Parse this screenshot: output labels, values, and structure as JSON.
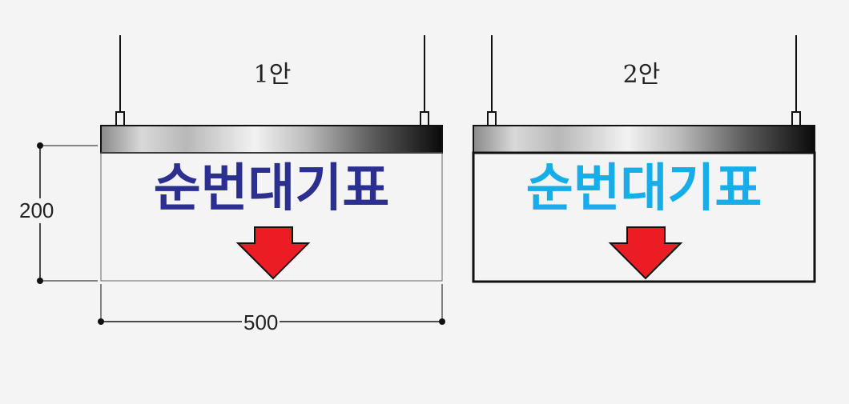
{
  "signs": [
    {
      "caption": "1안",
      "text": "순번대기표",
      "text_color": "#2b2f8f",
      "frame": "thin"
    },
    {
      "caption": "2안",
      "text": "순번대기표",
      "text_color": "#17ade8",
      "frame": "thick"
    }
  ],
  "dimensions": {
    "height": "200",
    "width": "500"
  },
  "colors": {
    "arrow": "#ec1c24",
    "background": "#f4f4f4"
  }
}
